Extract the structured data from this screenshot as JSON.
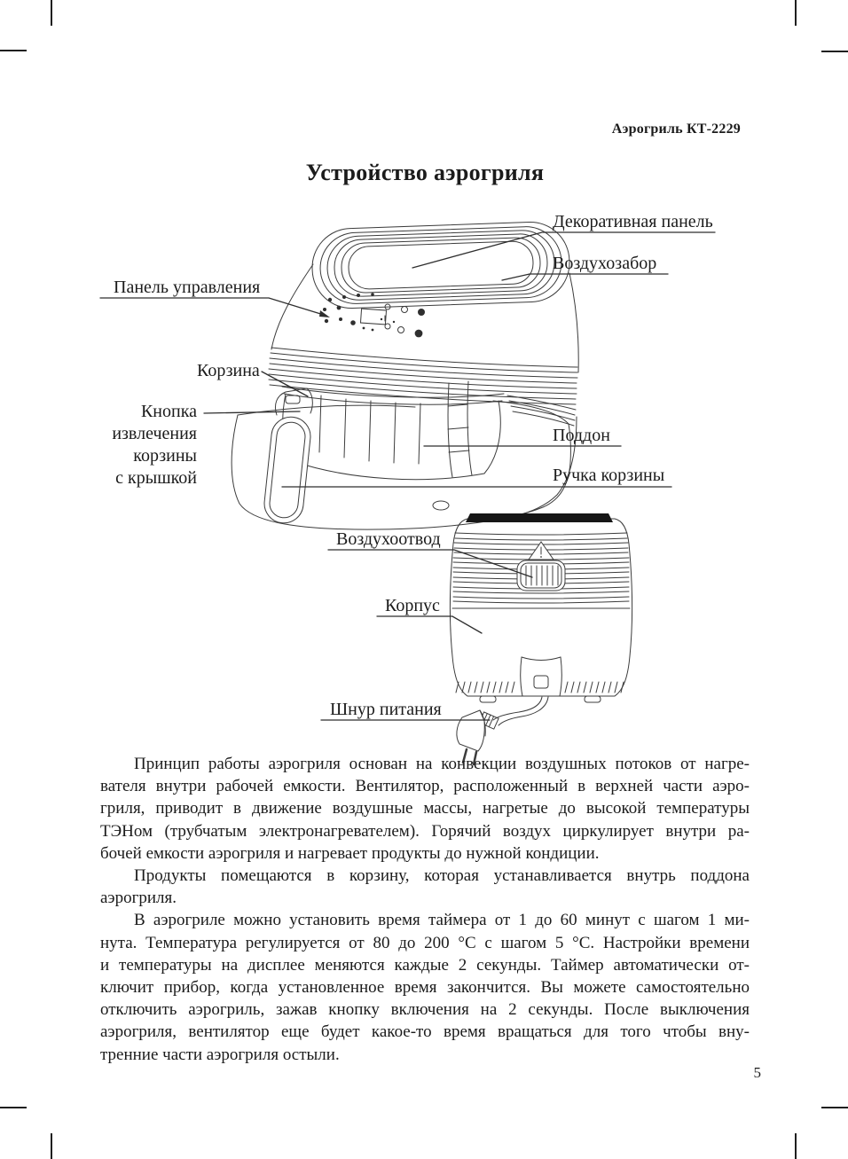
{
  "header": {
    "doc_ref": "Аэрогриль КТ-2229"
  },
  "title": "Устройство аэрогриля",
  "diagram": {
    "labels": {
      "decorative_panel": "Декоративная панель",
      "air_intake": "Воздухозабор",
      "control_panel": "Панель управления",
      "basket": "Корзина",
      "release_button_line1": "Кнопка",
      "release_button_line2": "извлечения",
      "release_button_line3": "корзины",
      "release_button_line4": "с крышкой",
      "pan": "Поддон",
      "basket_handle": "Ручка корзины",
      "air_outlet": "Воздухоотвод",
      "housing": "Корпус",
      "power_cord": "Шнур питания"
    }
  },
  "body": {
    "paragraphs": [
      {
        "lines": [
          "Принцип работы аэрогриля основан на конвекции воздушных потоков от нагре-",
          "вателя внутри рабочей емкости. Вентилятор, расположенный в верхней части аэро-",
          "гриля, приводит в движение воздушные массы, нагретые до высокой температуры",
          "ТЭНом (трубчатым электронагревателем). Горячий воздух циркулирует внутри ра-",
          "бочей емкости аэрогриля и нагревает продукты до нужной кондиции."
        ]
      },
      {
        "lines": [
          "Продукты помещаются в корзину, которая устанавливается внутрь поддона",
          "аэрогриля."
        ]
      },
      {
        "lines": [
          "В аэрогриле можно установить время таймера от 1 до 60 минут с шагом 1 ми-",
          "нута. Температура регулируется от 80 до 200 °С с шагом 5 °С. Настройки времени",
          "и температуры на дисплее меняются каждые 2 секунды. Таймер автоматически от-",
          "ключит прибор, когда установленное время закончится. Вы можете самостоятельно",
          "отключить аэрогриль, зажав кнопку включения на 2 секунды. После выключения",
          "аэрогриля, вентилятор еще будет какое-то время вращаться для того чтобы вну-",
          "тренние части аэрогриля остыли."
        ]
      }
    ]
  },
  "footer": {
    "page_number": "5"
  },
  "colors": {
    "ink": "#1b1b1b",
    "line_art": "#3c3c3c",
    "paper": "#ffffff"
  }
}
